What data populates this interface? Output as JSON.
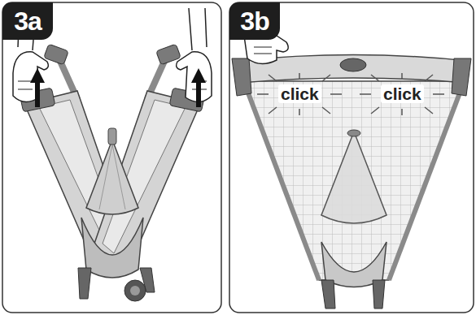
{
  "diagram": {
    "nodes": [
      {
        "text": [
          "3a"
        ]
      },
      {
        "text": [
          "3b"
        ]
      }
    ],
    "labels": [
      "click",
      "click"
    ]
  }
}
